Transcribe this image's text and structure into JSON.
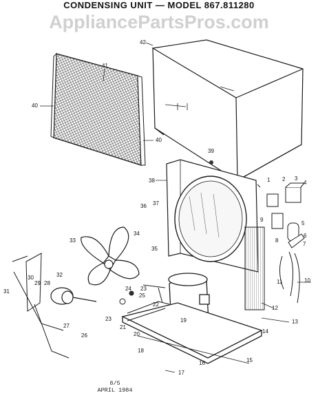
{
  "diagram": {
    "title": "CONDENSING UNIT — MODEL 867.811280",
    "watermark": "AppliancePartsPros.com",
    "stamp_line1": "8/5",
    "stamp_line2": "APRIL 1984",
    "part_labels": [
      "1",
      "2",
      "3",
      "4",
      "5",
      "6",
      "7",
      "8",
      "9",
      "10",
      "11",
      "12",
      "13",
      "14",
      "15",
      "16",
      "17",
      "18",
      "19",
      "20",
      "21",
      "22",
      "23",
      "24",
      "25",
      "26",
      "27",
      "28",
      "29",
      "30",
      "31",
      "32",
      "33",
      "34",
      "35",
      "36",
      "37",
      "38",
      "39",
      "40",
      "41",
      "42"
    ]
  },
  "colors": {
    "ink": "#1a1a1a",
    "watermark": "#aaaaaa",
    "background": "#ffffff"
  }
}
